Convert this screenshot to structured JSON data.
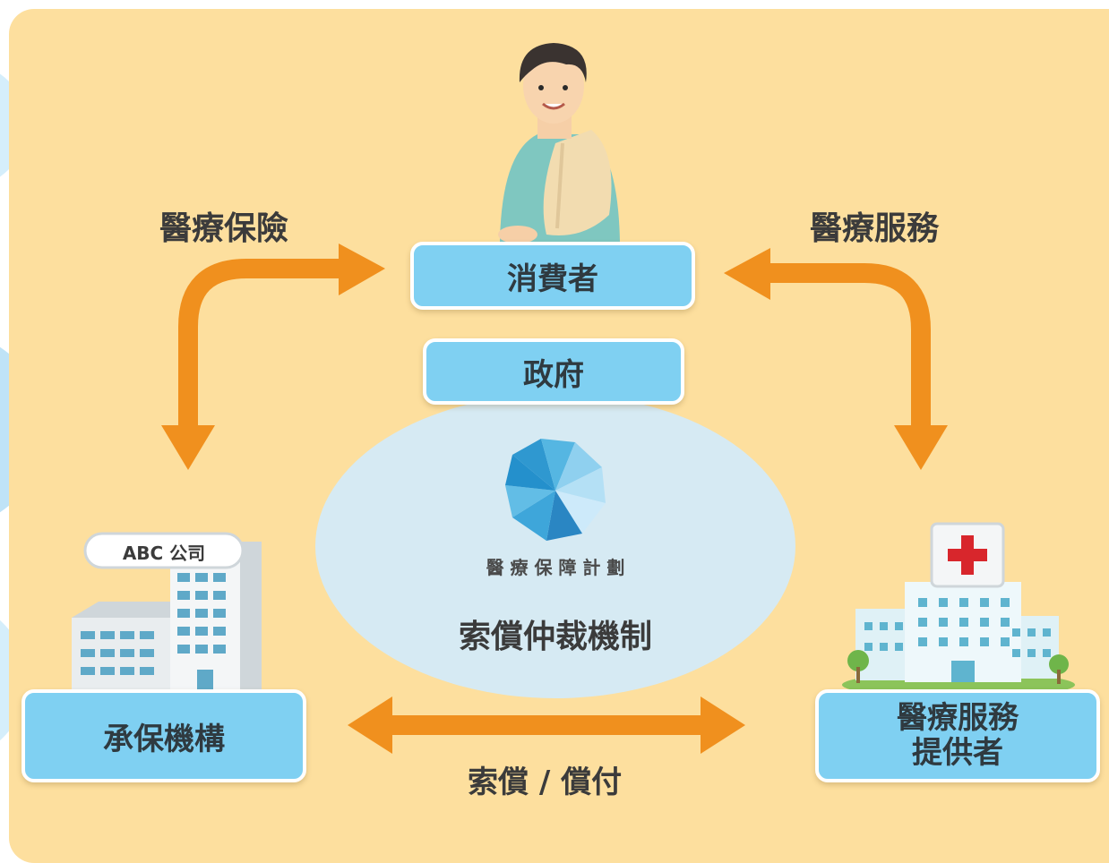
{
  "nodes": {
    "consumer": "消費者",
    "government": "政府",
    "insurer": "承保機構",
    "provider_line1": "醫療服務",
    "provider_line2": "提供者"
  },
  "edges": {
    "insurance": "醫療保險",
    "medical_service": "醫療服務",
    "claims_payment": "索償 / 償付"
  },
  "center": {
    "plan_name": "醫 療 保 障 計 劃",
    "mechanism": "索償仲裁機制"
  },
  "building": {
    "sign": "ABC 公司"
  },
  "colors": {
    "background": "#fddf9e",
    "box_fill": "#7fd0f2",
    "arrow": "#f0901e",
    "ellipse": "#d6eaf3"
  },
  "icons": [
    "patient-icon",
    "umbrella-logo-icon",
    "office-building-icon",
    "hospital-icon"
  ]
}
